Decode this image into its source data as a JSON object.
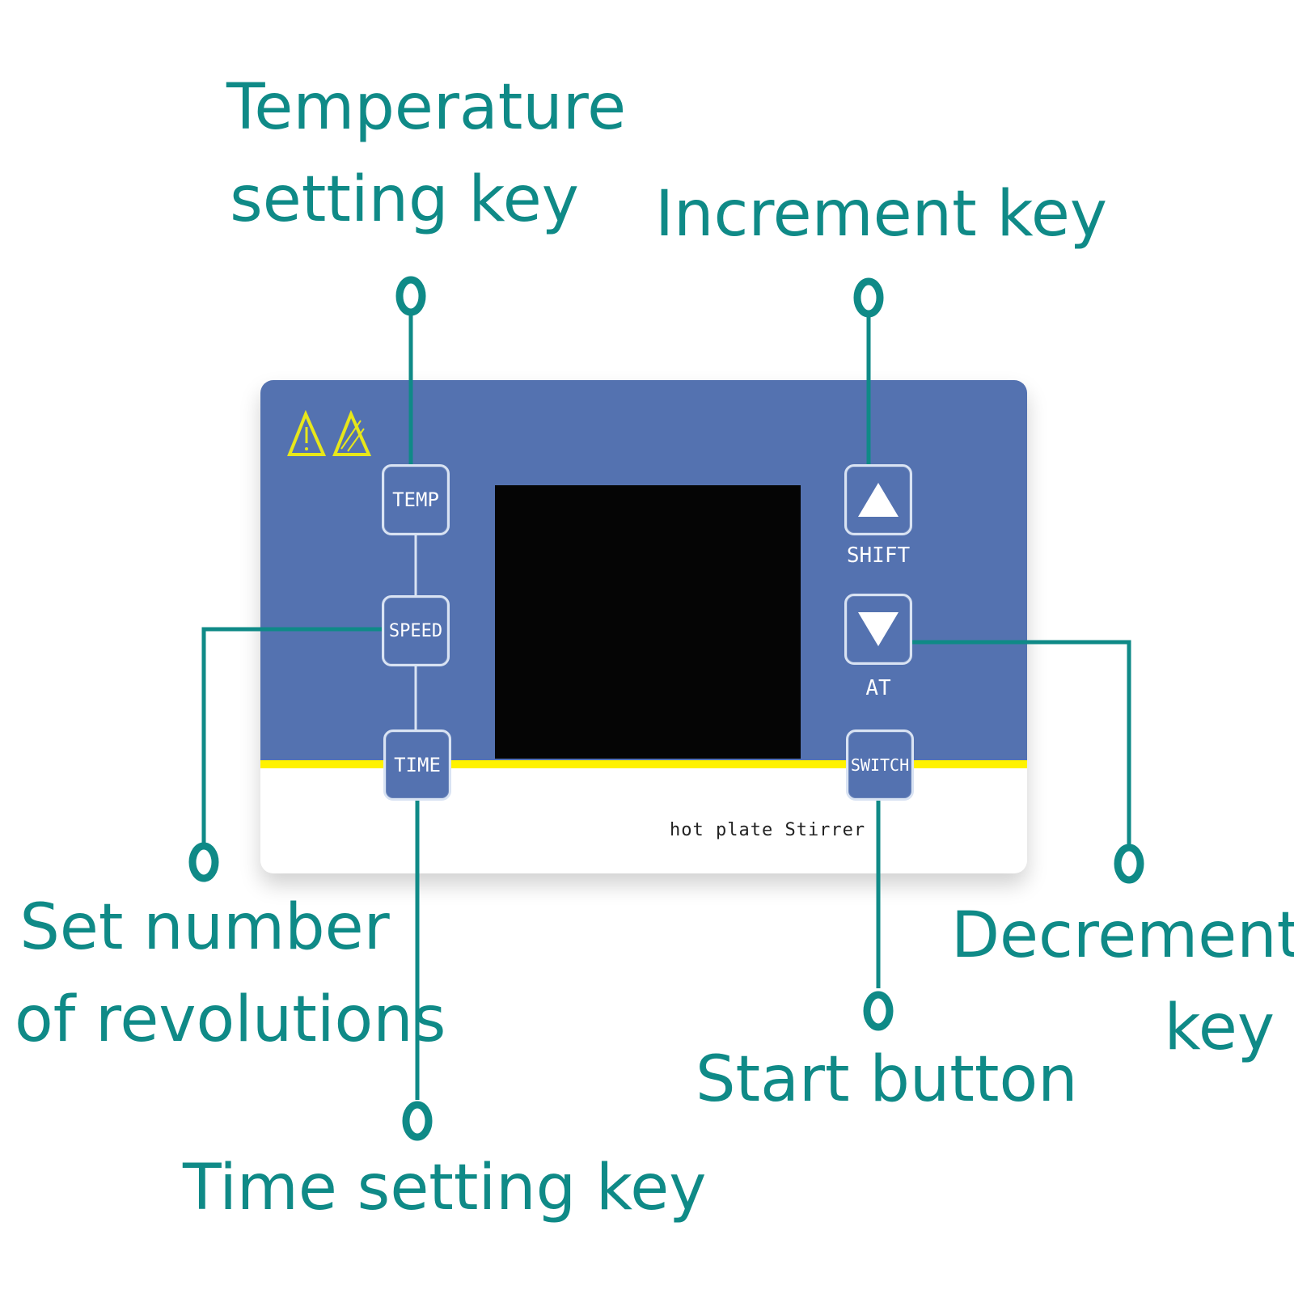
{
  "callouts": {
    "temperature": [
      "Temperature",
      "setting key"
    ],
    "increment": "Increment key",
    "revolutions": [
      "Set number",
      "of revolutions"
    ],
    "time": "Time setting key",
    "start": "Start button",
    "decrement": [
      "Decrement",
      "key"
    ]
  },
  "keys": {
    "temp": "TEMP",
    "speed": "SPEED",
    "time": "TIME",
    "switch": "SWITCH",
    "shift": "SHIFT",
    "at": "AT"
  },
  "product_label": "hot plate Stirrer",
  "icons": {
    "warnings": [
      "warning-triangle-icon",
      "warning-triangle-icon"
    ],
    "up": "triangle-up-icon",
    "down": "triangle-down-icon"
  },
  "colors": {
    "callout": "#0f8a87",
    "panel": "#5472b0",
    "stripe": "#fff200",
    "screen": "#050505",
    "warning": "#e7e71a"
  }
}
